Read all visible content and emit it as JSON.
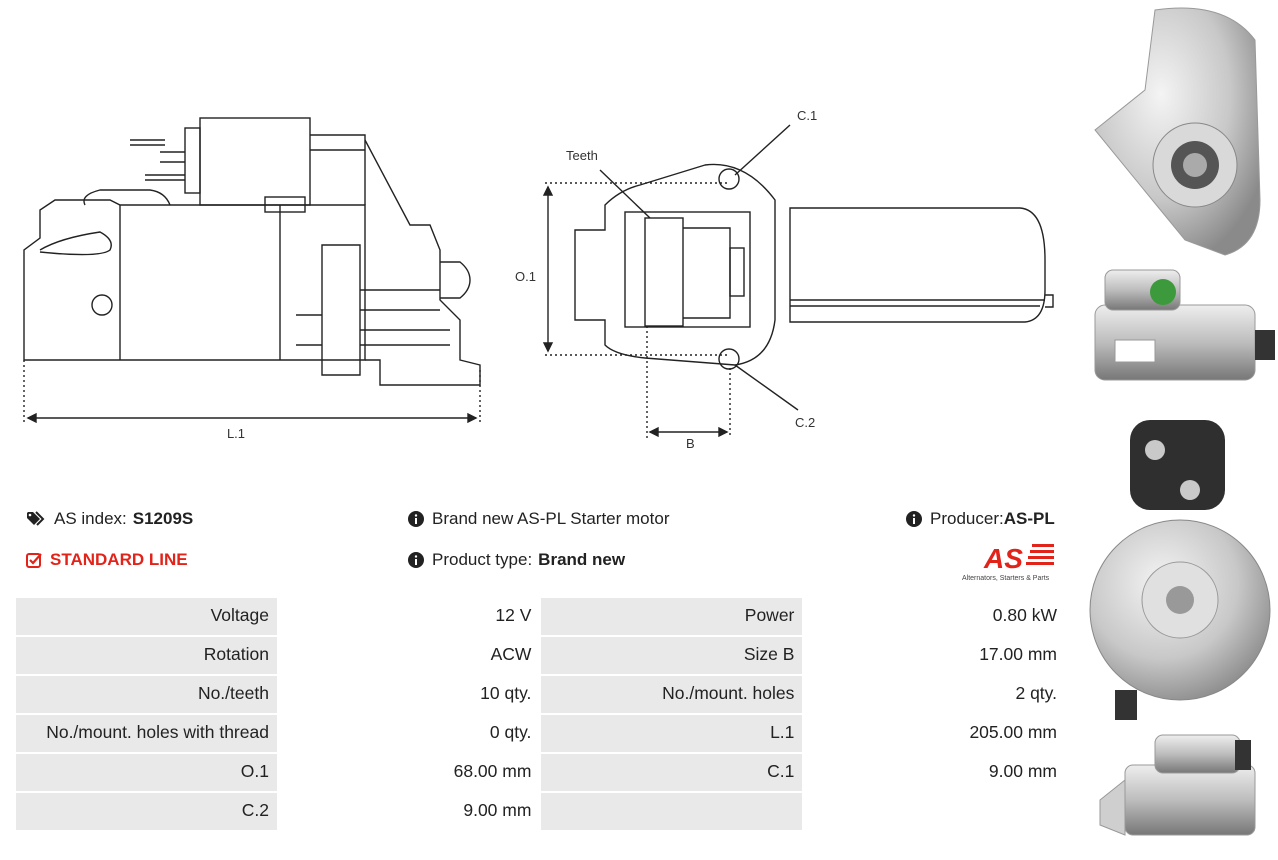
{
  "drawing": {
    "labels": {
      "l1": "L.1",
      "o1": "O.1",
      "c1": "C.1",
      "c2": "C.2",
      "b": "B",
      "teeth": "Teeth"
    }
  },
  "info": {
    "as_index_label": "AS index:",
    "as_index_value": "S1209S",
    "description": "Brand new AS-PL Starter motor",
    "producer_label": "Producer:",
    "producer_value": "AS-PL",
    "line": "STANDARD LINE",
    "product_type_label": "Product type:",
    "product_type_value": "Brand new"
  },
  "logo": {
    "text": "AS",
    "tagline": "Alternators, Starters & Parts"
  },
  "colors": {
    "accent": "#e2231a",
    "label_bg": "#e9e9e9"
  },
  "specs": [
    {
      "l1": "Voltage",
      "v1": "12 V",
      "l2": "Power",
      "v2": "0.80 kW"
    },
    {
      "l1": "Rotation",
      "v1": "ACW",
      "l2": "Size B",
      "v2": "17.00 mm"
    },
    {
      "l1": "No./teeth",
      "v1": "10 qty.",
      "l2": "No./mount. holes",
      "v2": "2 qty."
    },
    {
      "l1": "No./mount. holes with thread",
      "v1": "0 qty.",
      "l2": "L.1",
      "v2": "205.00 mm"
    },
    {
      "l1": "O.1",
      "v1": "68.00 mm",
      "l2": "C.1",
      "v2": "9.00 mm"
    },
    {
      "l1": "C.2",
      "v1": "9.00 mm",
      "l2": "",
      "v2": ""
    }
  ]
}
